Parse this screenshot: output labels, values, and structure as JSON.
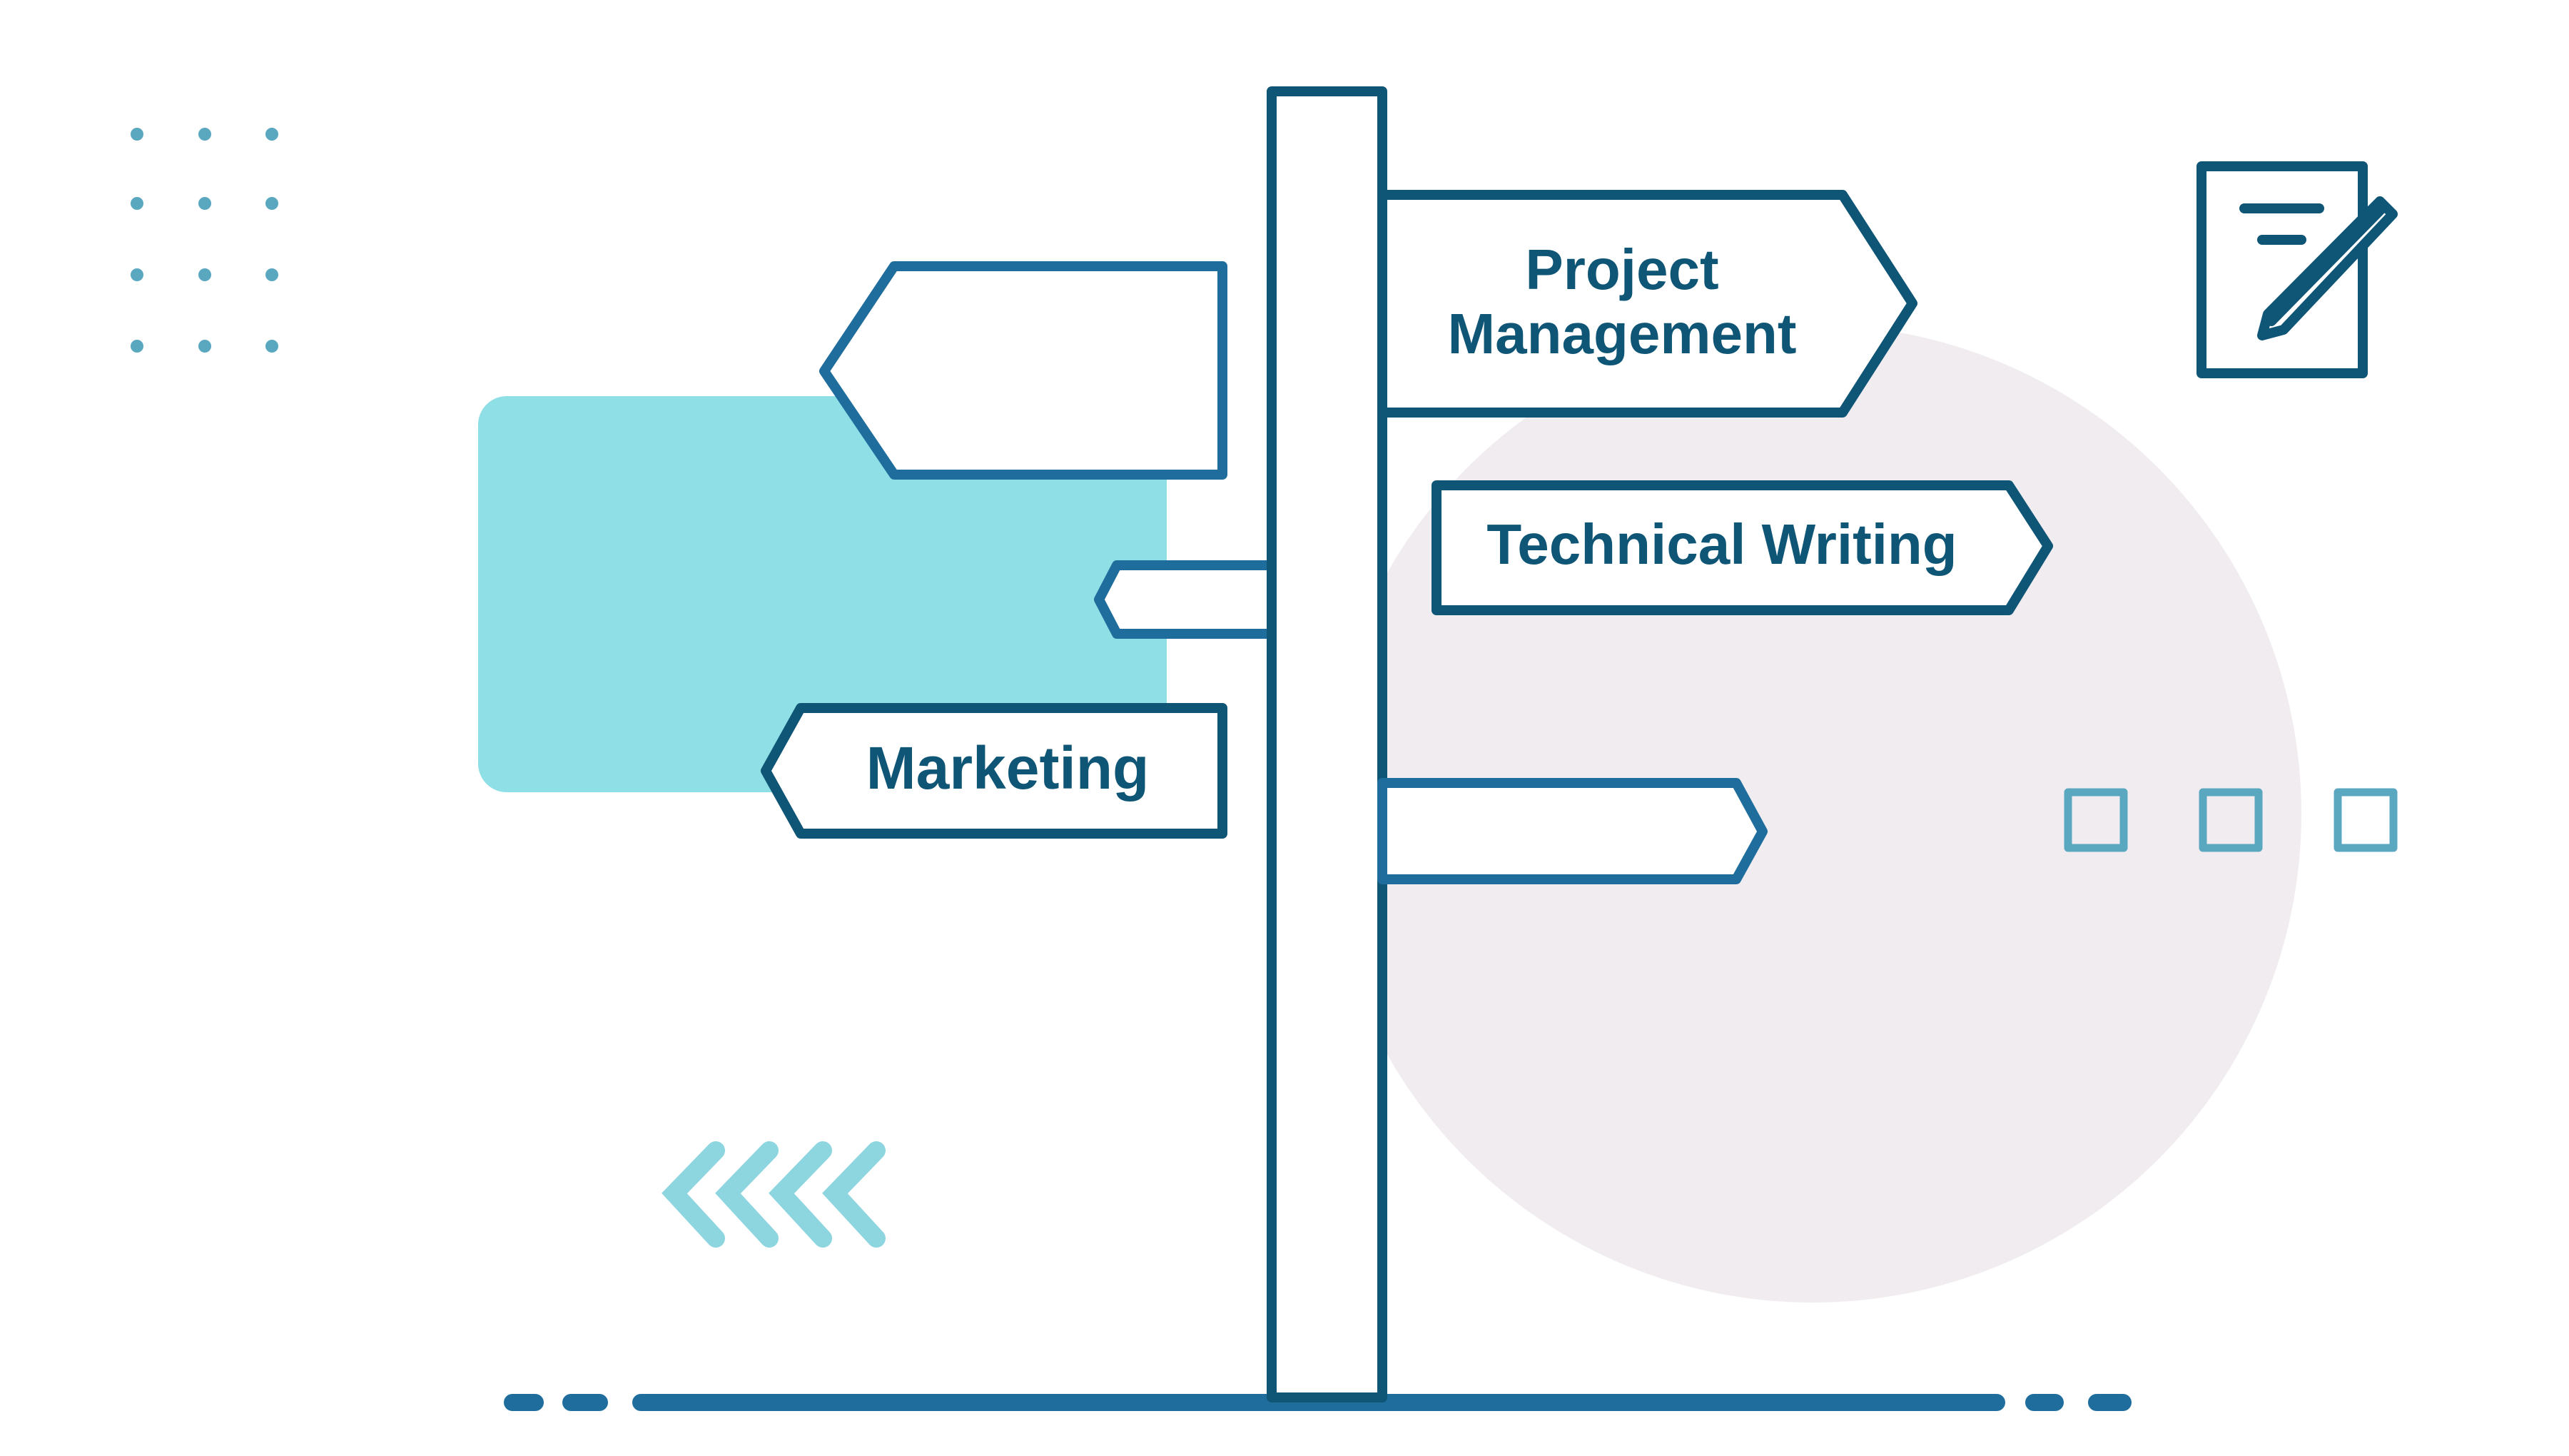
{
  "signs": {
    "project_management": {
      "line1": "Project",
      "line2": "Management"
    },
    "technical_writing": "Technical Writing",
    "marketing": "Marketing"
  },
  "colors": {
    "primary_stroke": "#0f5575",
    "secondary_stroke": "#1f6d9c",
    "accent_teal": "#8fe0e6",
    "accent_blue": "#5aa7c0",
    "circle_fill": "#f1ecf0"
  },
  "icons": [
    "document-edit-icon",
    "dot-grid-icon",
    "chevrons-left-icon",
    "square-outline-icon"
  ]
}
